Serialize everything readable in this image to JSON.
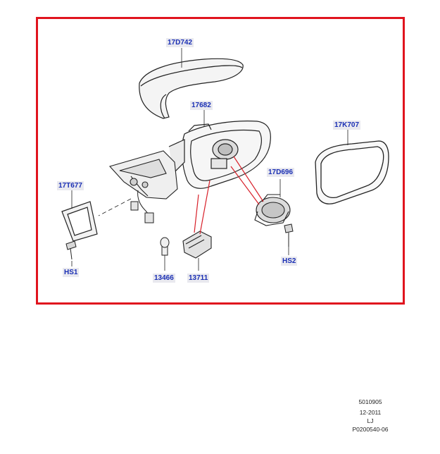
{
  "callouts": {
    "mirror_cover": "17D742",
    "mirror_housing": "17682",
    "mirror_glass": "17K707",
    "trim_panel": "17T677",
    "mirror_motor": "17D696",
    "screw_left": "HS1",
    "screw_right": "HS2",
    "bulb": "13466",
    "lamp_assembly": "13711"
  },
  "footer": {
    "line1": "5010905",
    "line2": "12-2011",
    "line3": "LJ",
    "line4": "P0200540-06"
  },
  "colors": {
    "frame": "#e0141e",
    "callout_text": "#1a2fb4",
    "callout_bg": "#e9e9ef",
    "leader_red": "#d8202a",
    "line_art": "#222222"
  }
}
